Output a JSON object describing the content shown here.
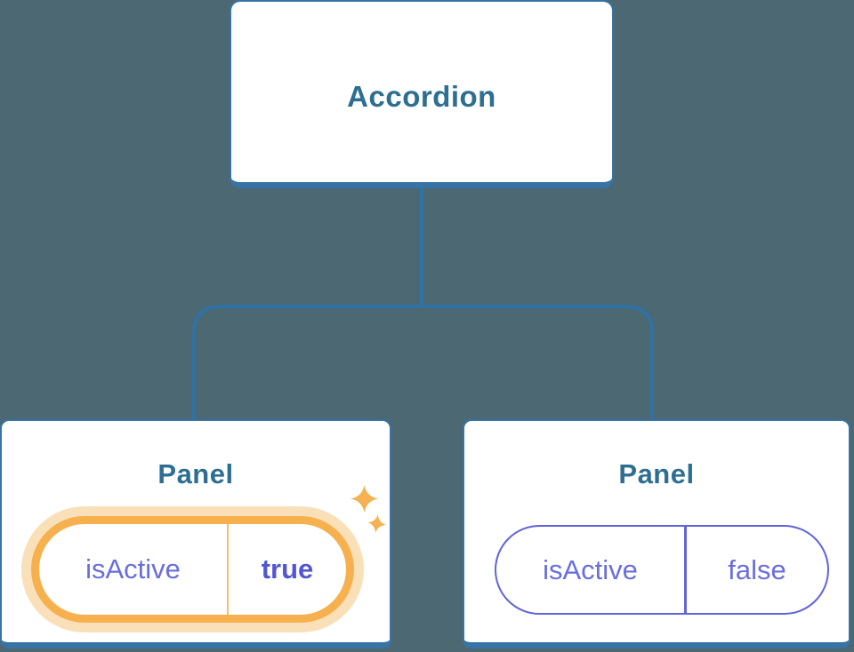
{
  "diagram": {
    "root": {
      "label": "Accordion"
    },
    "panels": [
      {
        "title": "Panel",
        "prop_name": "isActive",
        "prop_value": "true",
        "state": "active",
        "has_sparkles": true
      },
      {
        "title": "Panel",
        "prop_name": "isActive",
        "prop_value": "false",
        "state": "inactive",
        "has_sparkles": false
      }
    ]
  },
  "icons": {
    "sparkle_large": "sparkle-icon",
    "sparkle_small": "sparkle-icon"
  },
  "colors": {
    "background": "#4C6872",
    "node_fill": "#FFFFFF",
    "node_border": "#3873A5",
    "node_label": "#2D6E93",
    "connector": "#2F72A4",
    "prop_text": "#6A6EDD",
    "prop_value_active": "#5356D2",
    "active_border": "#F6B04E",
    "active_glow": "#FAE0B9",
    "active_divider": "#F4BC6F",
    "inactive_border": "#6165D9",
    "sparkle": "#F5B152"
  }
}
